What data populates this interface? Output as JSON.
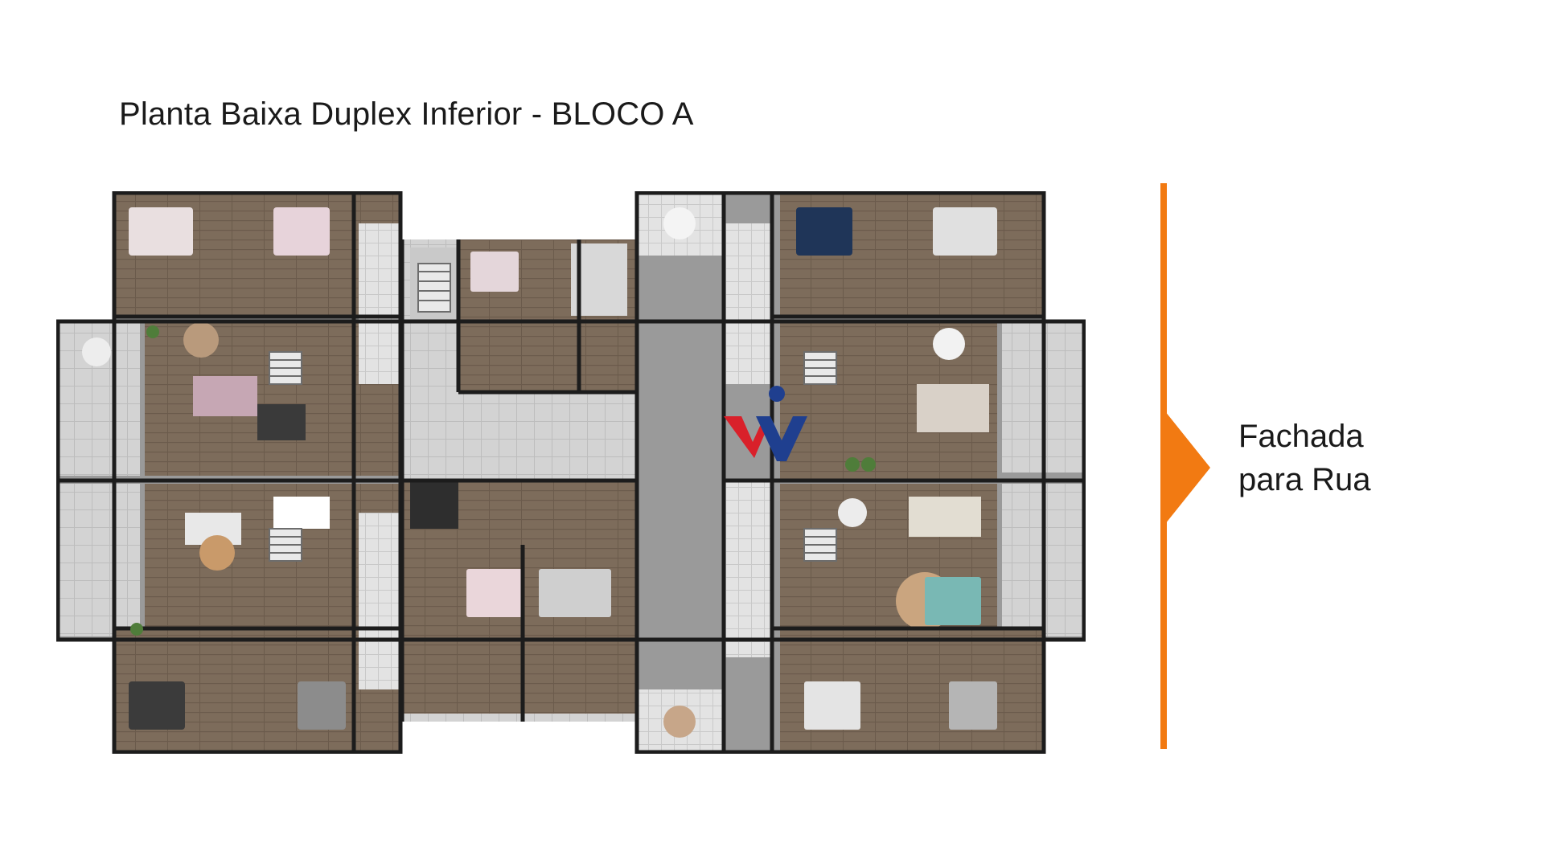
{
  "title": "Planta Baixa Duplex Inferior - BLOCO A",
  "facade": {
    "line1": "Fachada",
    "line2": "para Rua"
  },
  "colors": {
    "accent": "#f27a12",
    "logo_red": "#d9202a",
    "logo_blue": "#1f3f8f",
    "wood_floor": "#7a6a5a",
    "tile_floor": "#cfcfcf",
    "wall": "#1c1c1c"
  },
  "icons": {
    "arrow": "arrow-right-icon",
    "logo": "vv-logo-icon"
  }
}
